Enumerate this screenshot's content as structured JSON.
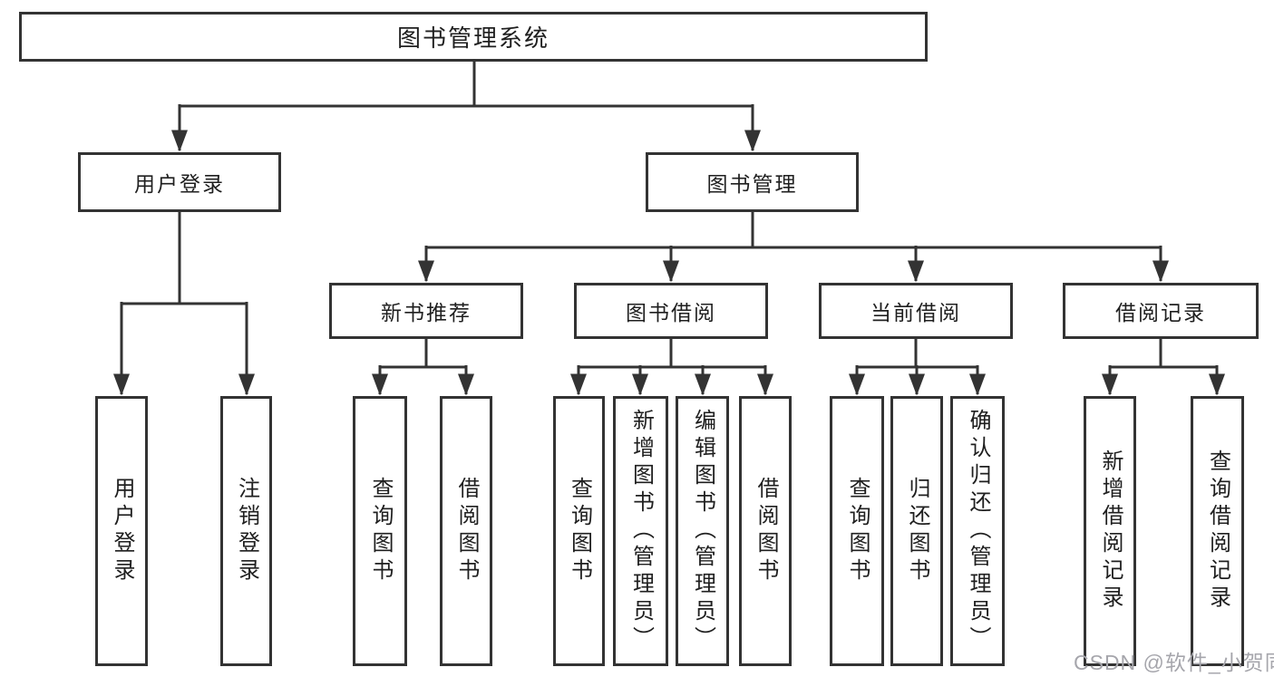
{
  "diagram": {
    "root": {
      "label": "图书管理系统"
    },
    "user_login": {
      "label": "用户登录",
      "children": [
        {
          "label": "用户登录"
        },
        {
          "label": "注销登录"
        }
      ]
    },
    "book_management": {
      "label": "图书管理",
      "sections": [
        {
          "label": "新书推荐",
          "children": [
            {
              "label": "查询图书"
            },
            {
              "label": "借阅图书"
            }
          ]
        },
        {
          "label": "图书借阅",
          "children": [
            {
              "label": "查询图书"
            },
            {
              "label": "新增图书（管理员）"
            },
            {
              "label": "编辑图书（管理员）"
            },
            {
              "label": "借阅图书"
            }
          ]
        },
        {
          "label": "当前借阅",
          "children": [
            {
              "label": "查询图书"
            },
            {
              "label": "归还图书"
            },
            {
              "label": "确认归还（管理员）"
            }
          ]
        },
        {
          "label": "借阅记录",
          "children": [
            {
              "label": "新增借阅记录"
            },
            {
              "label": "查询借阅记录"
            }
          ]
        }
      ]
    },
    "watermark": "CSDN @软件_小贺同学",
    "colors": {
      "line": "#333333",
      "text": "#1f1f1f",
      "background": "#ffffff",
      "watermark": "#a6a6ac"
    }
  }
}
